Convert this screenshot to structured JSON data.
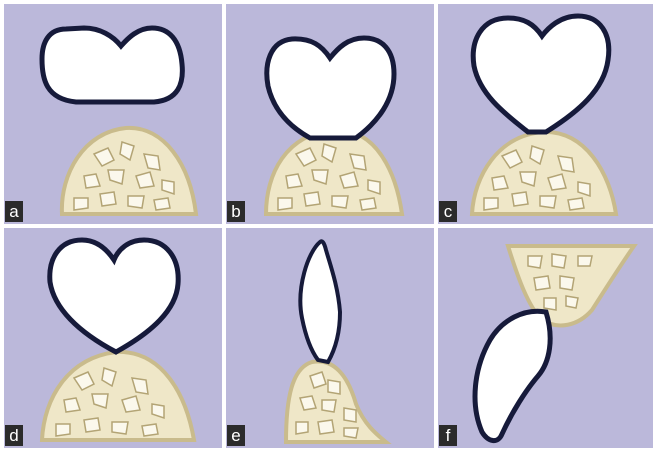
{
  "colors": {
    "background": "#bbb8da",
    "outline": "#161a3a",
    "bone_fill": "#efe7c8",
    "bone_shade": "#c9bb8c",
    "trabecula": "#fbf8ec",
    "tooth": "#ffffff",
    "label_bg": "#2b2b2b",
    "label_text": "#ffffff"
  },
  "panels": [
    {
      "id": "a",
      "label": "a"
    },
    {
      "id": "b",
      "label": "b"
    },
    {
      "id": "c",
      "label": "c"
    },
    {
      "id": "d",
      "label": "d"
    },
    {
      "id": "e",
      "label": "e"
    },
    {
      "id": "f",
      "label": "f"
    }
  ]
}
